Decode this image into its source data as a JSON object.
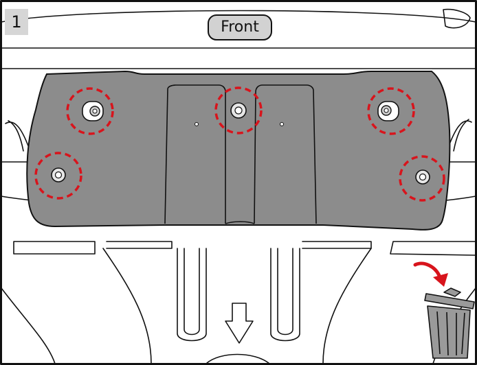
{
  "step": {
    "number": "1"
  },
  "orientation": {
    "label": "Front"
  },
  "colors": {
    "plate": "#8c8c8c",
    "highlight": "#d8141c",
    "outline": "#111111",
    "badge": "#d6d6d6"
  },
  "icons": {
    "arrow": "down-arrow-icon",
    "discard": "trash-can-icon",
    "discard_arrow": "curved-arrow-icon"
  },
  "fasteners": {
    "highlighted_count": 5
  }
}
